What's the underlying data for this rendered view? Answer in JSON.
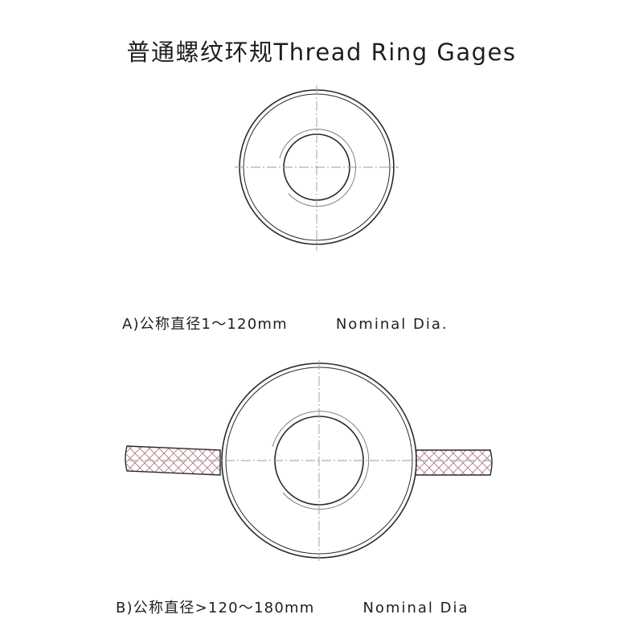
{
  "title": "普通螺纹环规Thread Ring Gages",
  "figure_a": {
    "caption_cn": "A)公称直径1～120mm",
    "caption_en": "Nominal Dia."
  },
  "figure_b": {
    "caption_cn": "B)公称直径>120～180mm",
    "caption_en": "Nominal Dia"
  },
  "colors": {
    "outline": "#2a2a2a",
    "centerline": "#9a9a9a",
    "knurl": "#b0707a"
  }
}
